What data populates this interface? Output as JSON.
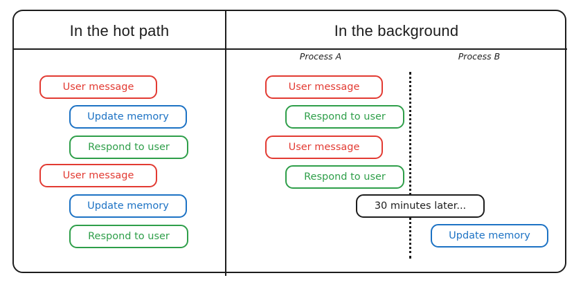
{
  "diagram": {
    "columns": [
      {
        "id": "hot-path",
        "title": "In the hot path",
        "steps": [
          {
            "id": "l0",
            "label": "User message",
            "color": "red",
            "color_hex": "#e23a32"
          },
          {
            "id": "l1",
            "label": "Update memory",
            "color": "blue",
            "color_hex": "#1c72c4"
          },
          {
            "id": "l2",
            "label": "Respond to user",
            "color": "green",
            "color_hex": "#2e9e49"
          },
          {
            "id": "l3",
            "label": "User message",
            "color": "red",
            "color_hex": "#e23a32"
          },
          {
            "id": "l4",
            "label": "Update memory",
            "color": "blue",
            "color_hex": "#1c72c4"
          },
          {
            "id": "l5",
            "label": "Respond to user",
            "color": "green",
            "color_hex": "#2e9e49"
          }
        ]
      },
      {
        "id": "background",
        "title": "In the background",
        "lanes": [
          {
            "id": "process-a",
            "label": "Process A"
          },
          {
            "id": "process-b",
            "label": "Process B"
          }
        ],
        "steps": [
          {
            "id": "r0",
            "label": "User message",
            "color": "red",
            "color_hex": "#e23a32",
            "lane": "process-a"
          },
          {
            "id": "r1",
            "label": "Respond to user",
            "color": "green",
            "color_hex": "#2e9e49",
            "lane": "process-a"
          },
          {
            "id": "r2",
            "label": "User message",
            "color": "red",
            "color_hex": "#e23a32",
            "lane": "process-a"
          },
          {
            "id": "r3",
            "label": "Respond to user",
            "color": "green",
            "color_hex": "#2e9e49",
            "lane": "process-a"
          },
          {
            "id": "r4",
            "label": "30 minutes later...",
            "color": "black",
            "color_hex": "#1c1c1c",
            "lane": "divider"
          },
          {
            "id": "r5",
            "label": "Update memory",
            "color": "blue",
            "color_hex": "#1c72c4",
            "lane": "process-b"
          }
        ]
      }
    ],
    "colors": {
      "outline": "#1c1c1c",
      "red": "#e23a32",
      "blue": "#1c72c4",
      "green": "#2e9e49",
      "background": "#ffffff"
    }
  }
}
